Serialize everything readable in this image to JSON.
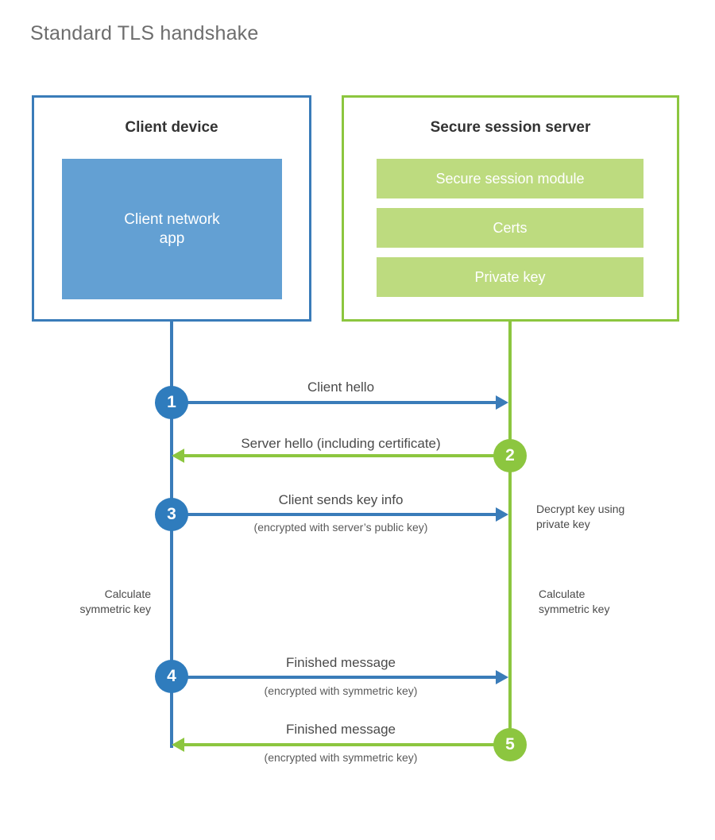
{
  "title": "Standard TLS handshake",
  "colors": {
    "client_blue": "#3a7cb9",
    "client_app_blue": "#63a0d3",
    "step_blue": "#2f7cbd",
    "server_green": "#8cc63f",
    "server_block_green": "#bddb7f",
    "title_gray": "#6d6d6d",
    "text_gray": "#4a4a4a",
    "background": "#ffffff"
  },
  "parties": {
    "client": {
      "title": "Client device",
      "blocks": [
        {
          "label": "Client network\napp"
        }
      ]
    },
    "server": {
      "title": "Secure session server",
      "blocks": [
        {
          "label": "Secure session module"
        },
        {
          "label": "Certs"
        },
        {
          "label": "Private key"
        }
      ]
    }
  },
  "messages": [
    {
      "step": "1",
      "label": "Client hello",
      "sublabel": "",
      "direction": "client-to-server",
      "color": "blue"
    },
    {
      "step": "2",
      "label": "Server hello (including certificate)",
      "sublabel": "",
      "direction": "server-to-client",
      "color": "green"
    },
    {
      "step": "3",
      "label": "Client sends key info",
      "sublabel": "(encrypted with server’s public key)",
      "direction": "client-to-server",
      "color": "blue"
    },
    {
      "step": "4",
      "label": "Finished message",
      "sublabel": "(encrypted with symmetric key)",
      "direction": "client-to-server",
      "color": "blue"
    },
    {
      "step": "5",
      "label": "Finished message",
      "sublabel": "(encrypted with symmetric key)",
      "direction": "server-to-client",
      "color": "green"
    }
  ],
  "notes": {
    "server_decrypt": "Decrypt key using\nprivate key",
    "client_calc": "Calculate\nsymmetric key",
    "server_calc": "Calculate\nsymmetric key"
  }
}
